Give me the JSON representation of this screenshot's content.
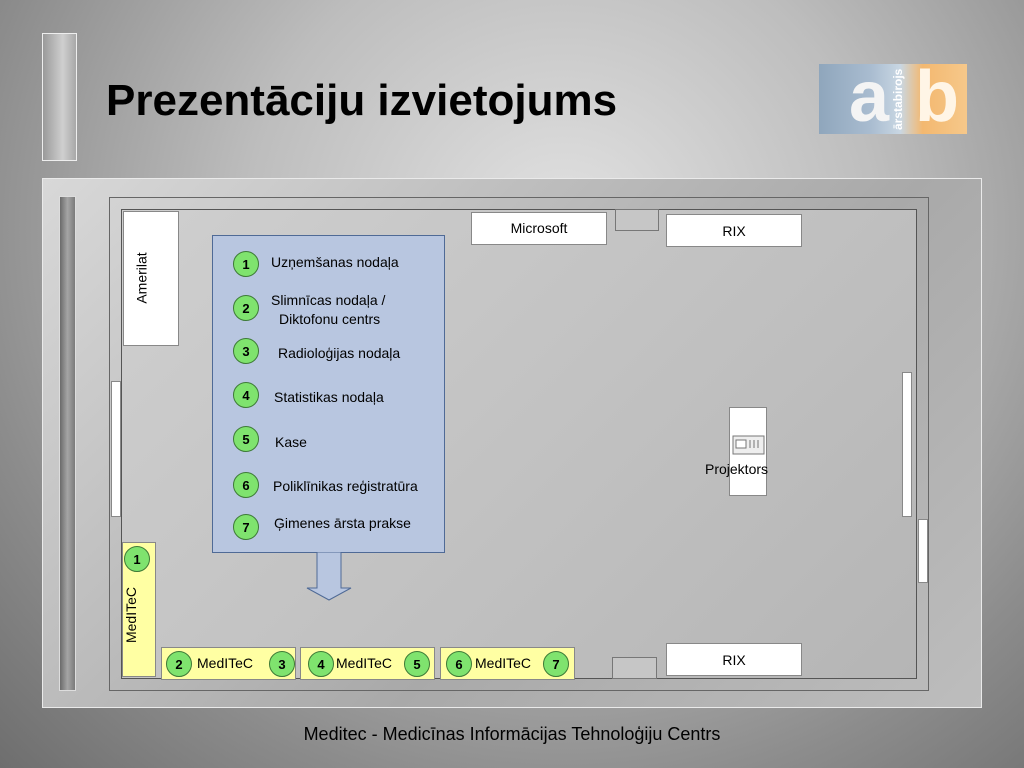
{
  "title": "Prezentāciju izvietojums",
  "logo": {
    "letters_a": "a",
    "letters_b": "b",
    "vertical_text": "ārstabirojs"
  },
  "booths": {
    "microsoft": "Microsoft",
    "rix_top": "RIX",
    "rix_bottom": "RIX",
    "amerilat": "Amerilat",
    "projektors": "Projektors"
  },
  "departments": [
    {
      "num": "1",
      "label": "Uzņemšanas nodaļa"
    },
    {
      "num": "2",
      "label_line1": "Slimnīcas nodaļa /",
      "label_line2": "Diktofonu centrs"
    },
    {
      "num": "3",
      "label": "Radioloģijas nodaļa"
    },
    {
      "num": "4",
      "label": "Statistikas nodaļa"
    },
    {
      "num": "5",
      "label": "Kase"
    },
    {
      "num": "6",
      "label": "Poliklīnikas reģistratūra"
    },
    {
      "num": "7",
      "label": "Ģimenes ārsta prakse"
    }
  ],
  "meditec": {
    "vertical_label": "MedITeC",
    "vertical_num": "1",
    "bottom": [
      {
        "left_num": "2",
        "label": "MedITeC",
        "right_num": "3"
      },
      {
        "left_num": "4",
        "label": "MedITeC",
        "right_num": "5"
      },
      {
        "left_num": "6",
        "label": "MedITeC",
        "right_num": "7"
      }
    ]
  },
  "footer": "Meditec - Medicīnas Informācijas Tehnoloģiju Centrs",
  "colors": {
    "blue_panel": "#b8c6e0",
    "circle_green": "#7fe36e",
    "yellow_booth": "#ffffa3"
  }
}
